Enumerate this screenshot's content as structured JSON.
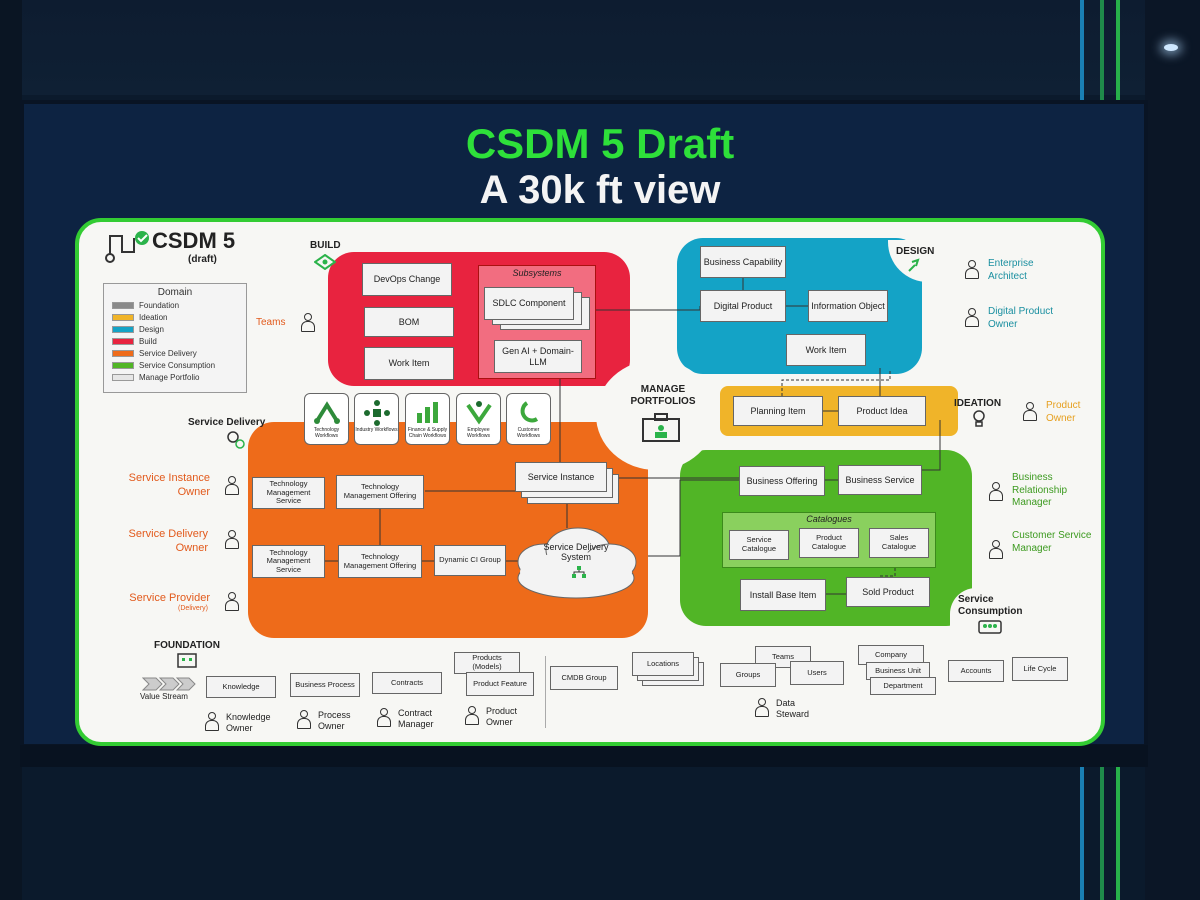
{
  "slide": {
    "title": "CSDM 5 Draft",
    "subtitle": "A 30k ft view"
  },
  "logo": {
    "name": "CSDM 5",
    "sub": "(draft)"
  },
  "legend": {
    "heading": "Domain",
    "items": [
      {
        "label": "Foundation",
        "color": "#8a8a8a"
      },
      {
        "label": "Ideation",
        "color": "#f0b429"
      },
      {
        "label": "Design",
        "color": "#14a3c6"
      },
      {
        "label": "Build",
        "color": "#e8233f"
      },
      {
        "label": "Service Delivery",
        "color": "#ee6b1a"
      },
      {
        "label": "Service Consumption",
        "color": "#51b526"
      },
      {
        "label": "Manage Portfolio",
        "color": "#e6e6e6"
      }
    ]
  },
  "domains": {
    "build": "BUILD",
    "design": "DESIGN",
    "ideation": "IDEATION",
    "service_delivery": "Service Delivery",
    "manage_portfolios": "MANAGE PORTFOLIOS",
    "service_consumption": "Service Consumption",
    "foundation": "FOUNDATION"
  },
  "build": {
    "devops": "DevOps Change",
    "bom": "BOM",
    "work_item": "Work Item",
    "subsystems": "Subsystems",
    "sdlc": "SDLC Component",
    "genai": "Gen AI + Domain-LLM"
  },
  "design": {
    "business_capability": "Business Capability",
    "digital_product": "Digital Product",
    "information_object": "Information Object",
    "work_item": "Work Item"
  },
  "ideation": {
    "planning_item": "Planning Item",
    "product_idea": "Product Idea"
  },
  "workflows": [
    {
      "label": "Technology Workflows",
      "color": "#2e8b3a"
    },
    {
      "label": "Industry Workflows",
      "color": "#1c6b2e"
    },
    {
      "label": "Finance & Supply Chain Workflows",
      "color": "#3ca83c"
    },
    {
      "label": "Employee Workflows",
      "color": "#3ca83c"
    },
    {
      "label": "Customer Workflows",
      "color": "#3ca83c"
    }
  ],
  "delivery": {
    "tms1": "Technology Management Service",
    "tmo1": "Technology Management Offering",
    "tms2": "Technology Management Service",
    "tmo2": "Technology Management Offering",
    "dynamic_ci": "Dynamic CI Group",
    "service_instance": "Service Instance",
    "sds": "Service Delivery System"
  },
  "consumption": {
    "business_offering": "Business Offering",
    "business_service": "Business Service",
    "catalogues": "Catalogues",
    "service_catalogue": "Service Catalogue",
    "product_catalogue": "Product Catalogue",
    "sales_catalogue": "Sales Catalogue",
    "install_base": "Install Base Item",
    "sold_product": "Sold Product"
  },
  "roles": {
    "teams": "Teams",
    "service_instance_owner": "Service Instance Owner",
    "service_delivery_owner": "Service Delivery Owner",
    "service_provider": "Service Provider",
    "service_provider_sub": "(Delivery)",
    "enterprise_architect": "Enterprise Architect",
    "digital_product_owner": "Digital Product Owner",
    "product_owner": "Product Owner",
    "brm": "Business Relationship Manager",
    "csm": "Customer Service Manager",
    "knowledge_owner": "Knowledge Owner",
    "process_owner": "Process Owner",
    "contract_manager": "Contract Manager",
    "product_owner2": "Product Owner",
    "data_steward": "Data Steward"
  },
  "foundation": {
    "value_stream": "Value Stream",
    "knowledge": "Knowledge",
    "business_process": "Business Process",
    "contracts": "Contracts",
    "products_models": "Products (Models)",
    "product_feature": "Product Feature",
    "cmdb_group": "CMDB Group",
    "locations": "Locations",
    "teams": "Teams",
    "groups": "Groups",
    "users": "Users",
    "company": "Company",
    "business_unit": "Business Unit",
    "department": "Department",
    "accounts": "Accounts",
    "life_cycle": "Life Cycle"
  }
}
